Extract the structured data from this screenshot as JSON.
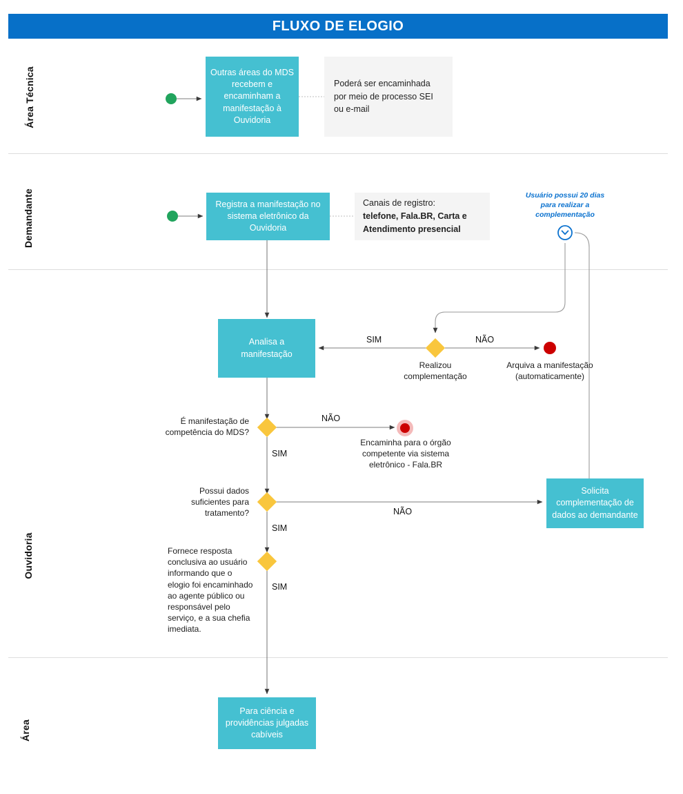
{
  "header": {
    "title": "FLUXO DE ELOGIO"
  },
  "colors": {
    "header_blue": "#0770c8",
    "process_teal": "#45c0d1",
    "note_gray": "#f4f4f4",
    "start_green": "#21a45d",
    "end_red": "#cc0000",
    "decision_yellow": "#f9c63d",
    "clock_blue": "#0b72cf",
    "lane_divider": "#dddddd",
    "connector_gray": "#7d7d7d"
  },
  "lanes": [
    {
      "id": "area-tecnica",
      "label": "Área Técnica"
    },
    {
      "id": "demandante",
      "label": "Demandante"
    },
    {
      "id": "ouvidoria",
      "label": "Ouvidoria"
    },
    {
      "id": "area",
      "label": "Área"
    }
  ],
  "nodes": {
    "start_tecnica": {
      "type": "start",
      "label": ""
    },
    "start_demandante": {
      "type": "start",
      "label": ""
    },
    "box_outras_areas": {
      "type": "process",
      "label": "Outras áreas do MDS recebem e encaminham a manifestação à Ouvidoria"
    },
    "note_sei": {
      "type": "note",
      "label": "Poderá ser encaminhada por meio de processo SEI ou e-mail"
    },
    "box_registra": {
      "type": "process",
      "label": "Registra a manifestação no sistema eletrônico da Ouvidoria"
    },
    "note_canais_title": {
      "type": "note",
      "label": "Canais de registro:"
    },
    "note_canais_body": {
      "type": "note",
      "label": "telefone, Fala.BR, Carta e Atendimento presencial"
    },
    "clock_note": {
      "type": "annotation",
      "label": "Usuário possui 20 dias para realizar a complementação"
    },
    "clock_icon": {
      "type": "icon",
      "label": "clock-icon"
    },
    "box_analisa": {
      "type": "process",
      "label": "Analisa a manifestação"
    },
    "dec_complementacao": {
      "type": "decision",
      "label": "Realizou complementação"
    },
    "end_arquiva": {
      "type": "end",
      "label": "Arquiva a manifestação (automaticamente)"
    },
    "dec_competencia": {
      "type": "decision",
      "label": "É manifestação de competência do MDS?"
    },
    "end_encaminha": {
      "type": "end",
      "label": "Encaminha para o órgão competente via sistema eletrônico - Fala.BR"
    },
    "dec_dados": {
      "type": "decision",
      "label": "Possui dados suficientes para tratamento?"
    },
    "box_solicita": {
      "type": "process",
      "label": "Solicita complementação de dados ao demandante"
    },
    "dec_resposta": {
      "type": "decision",
      "label": "Fornece resposta conclusiva ao usuário informando que o elogio foi encaminhado ao agente público ou responsável pelo serviço, e a sua chefia imediata."
    },
    "box_ciencia": {
      "type": "process",
      "label": "Para ciência  e providências julgadas cabíveis"
    }
  },
  "edge_labels": {
    "sim_complementacao": "SIM",
    "nao_complementacao": "NÃO",
    "nao_competencia": "NÃO",
    "sim_competencia": "SIM",
    "nao_dados": "NÃO",
    "sim_dados": "SIM",
    "sim_resposta": "SIM"
  }
}
